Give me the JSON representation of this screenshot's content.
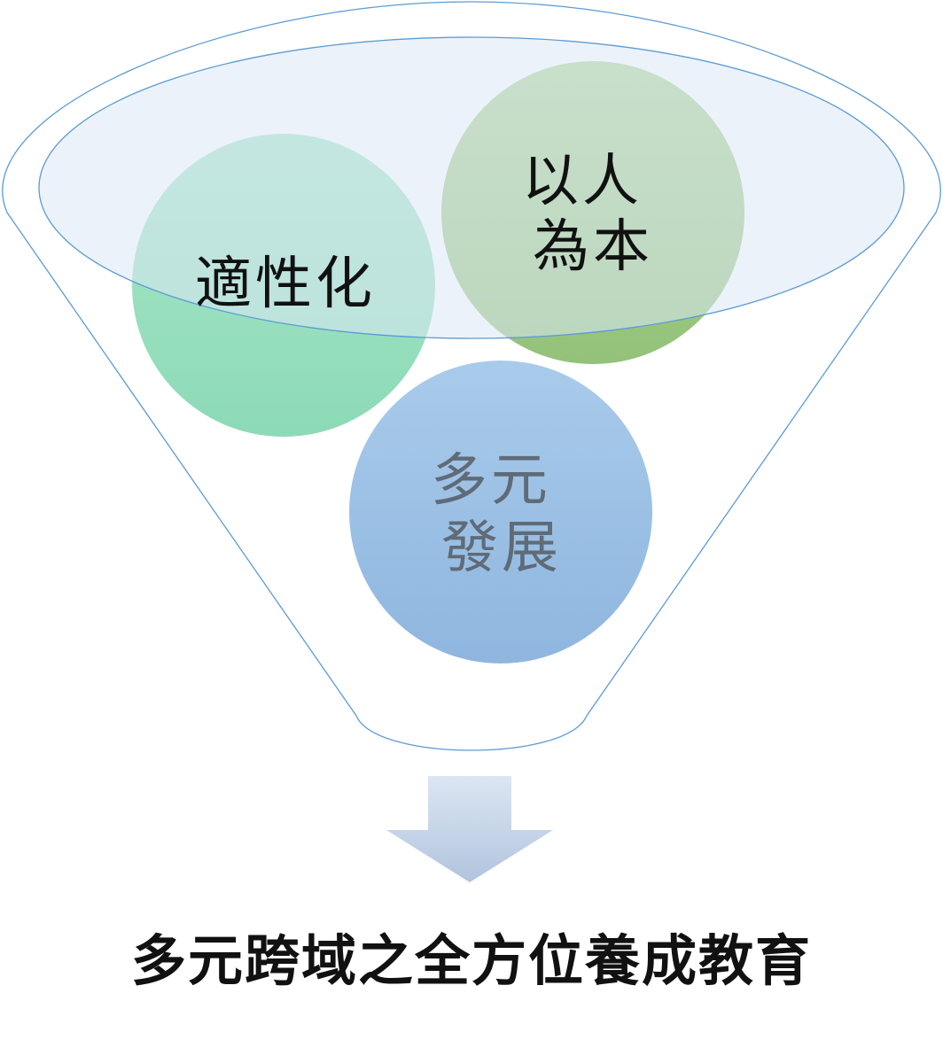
{
  "circles": [
    {
      "id": "adaptive",
      "lines": [
        "適性化"
      ],
      "color": "#3fc58b"
    },
    {
      "id": "people-oriented",
      "lines": [
        "以人",
        "為本"
      ],
      "color": "#66aa3d"
    },
    {
      "id": "diverse-development",
      "lines": [
        "多元",
        "發展"
      ],
      "color": "#9bc1e6"
    }
  ],
  "caption": "多元跨域之全方位養成教育",
  "colors": {
    "funnel_stroke": "#5b9bd5",
    "funnel_fill": "#dde7f5",
    "arrow_top": "#dce6f3",
    "arrow_bottom": "#b1c4de"
  }
}
